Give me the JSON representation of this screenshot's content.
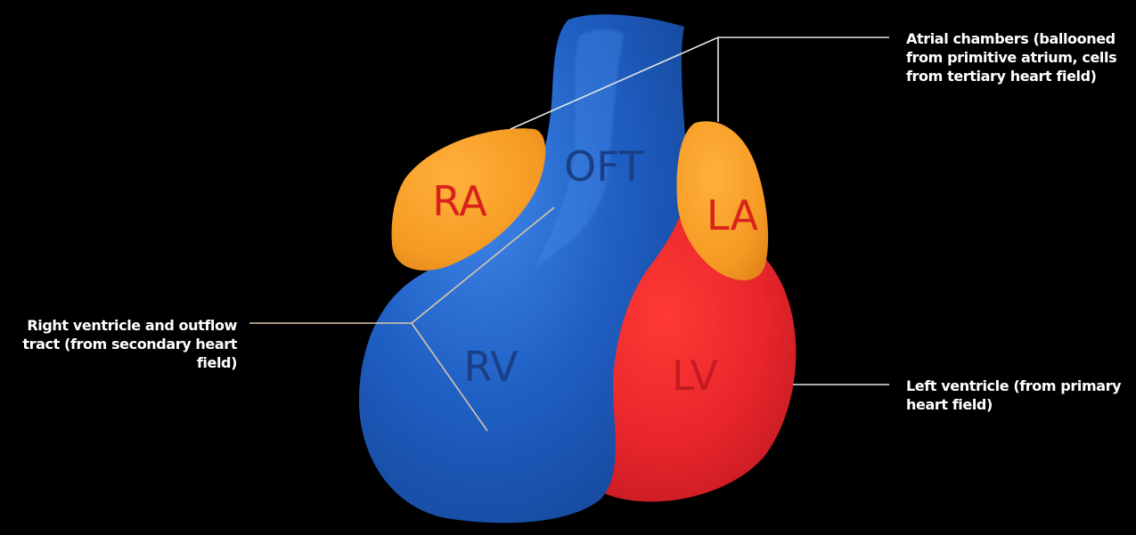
{
  "colors": {
    "background": "#000000",
    "secondary_field_blue": "#1f5fc4",
    "primary_field_red": "#e8262b",
    "atrium_orange": "#f59a23",
    "label_red": "#d8231c",
    "label_blue": "#1a3f86",
    "leader_line": "#e6e6e6",
    "callout_text": "#ffffff"
  },
  "chambers": {
    "ra": "RA",
    "la": "LA",
    "oft": "OFT",
    "rv": "RV",
    "lv": "LV"
  },
  "callouts": {
    "atrial": "Atrial chambers (ballooned\nfrom primitive atrium, cells\nfrom tertiary heart field)",
    "rv": "Right ventricle and outflow\ntract (from secondary heart\nfield)",
    "lv": "Left ventricle (from primary\nheart field)"
  }
}
